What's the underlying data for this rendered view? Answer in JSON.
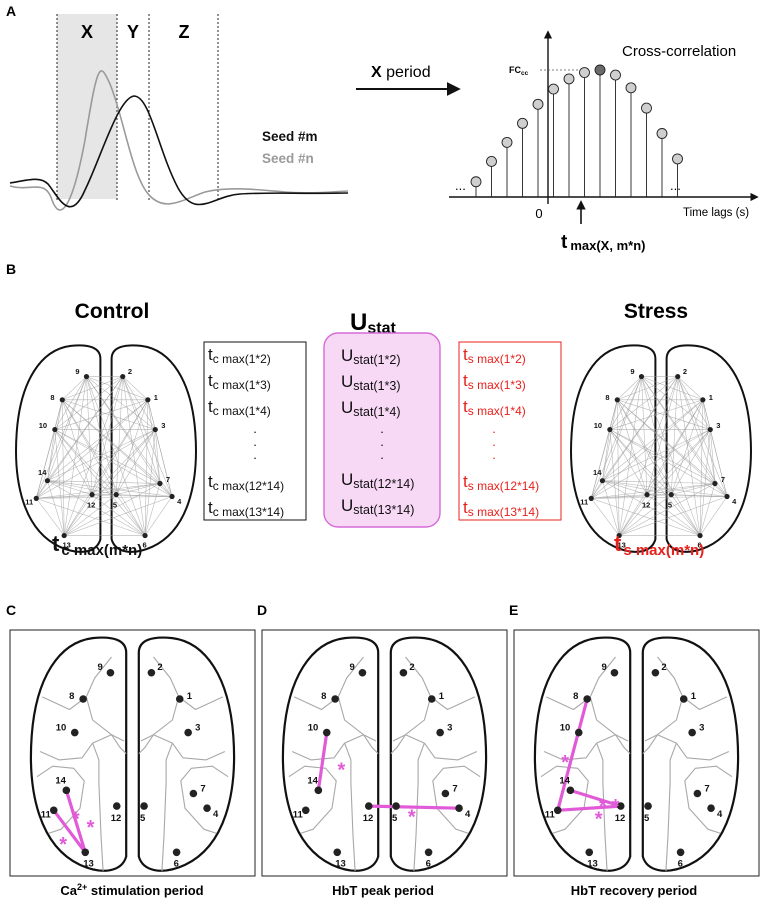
{
  "colors": {
    "black": "#111111",
    "gray_trace": "#9a9a9a",
    "shade": "#e6e6e6",
    "red": "#e8201c",
    "magenta": "#e15bd8",
    "ustat_fill": "#f7d9f6",
    "ustat_stroke": "#d66bd8",
    "region_line": "#a8a8a8"
  },
  "panel_a": {
    "label": "A",
    "periods": [
      "X",
      "Y",
      "Z"
    ],
    "legend": [
      "Seed #m",
      "Seed #n"
    ],
    "arrow_label_bold": "X",
    "arrow_label": "period",
    "xcorr_title": "Cross-correlation",
    "fc_label": "FC",
    "fc_sub": "cc",
    "ellipsis": "...",
    "zero": "0",
    "xaxis_label": "Time lags (s)",
    "tmax_main": "t",
    "tmax_sub": "max(X, m*n)",
    "stem_values": [
      0.12,
      0.28,
      0.43,
      0.58,
      0.73,
      0.85,
      0.93,
      0.98,
      1.0,
      0.96,
      0.86,
      0.7,
      0.5,
      0.3
    ]
  },
  "panel_b": {
    "label": "B",
    "control_title": "Control",
    "stress_title": "Stress",
    "ustat_main": "U",
    "ustat_sub": "stat",
    "control_bottom_main": "t",
    "control_bottom_sub": "c max(m*n)",
    "stress_bottom_main": "t",
    "stress_bottom_sub": "s max(m*n)",
    "vdots": ":",
    "control_list": [
      {
        "main": "t",
        "sub": "c max(1*2)"
      },
      {
        "main": "t",
        "sub": "c max(1*3)"
      },
      {
        "main": "t",
        "sub": "c max(1*4)"
      },
      {
        "main": "t",
        "sub": "c max(12*14)"
      },
      {
        "main": "t",
        "sub": "c max(13*14)"
      }
    ],
    "ustat_list": [
      {
        "main": "U",
        "sub": "stat(1*2)"
      },
      {
        "main": "U",
        "sub": "stat(1*3)"
      },
      {
        "main": "U",
        "sub": "stat(1*4)"
      },
      {
        "main": "U",
        "sub": "stat(12*14)"
      },
      {
        "main": "U",
        "sub": "stat(13*14)"
      }
    ],
    "stress_list": [
      {
        "main": "t",
        "sub": "s max(1*2)"
      },
      {
        "main": "t",
        "sub": "s max(1*3)"
      },
      {
        "main": "t",
        "sub": "s max(1*4)"
      },
      {
        "main": "t",
        "sub": "s max(12*14)"
      },
      {
        "main": "t",
        "sub": "s max(13*14)"
      }
    ]
  },
  "nodes": [
    "1",
    "2",
    "3",
    "4",
    "5",
    "6",
    "7",
    "8",
    "9",
    "10",
    "11",
    "12",
    "13",
    "14"
  ],
  "panels_cde": [
    {
      "label": "C",
      "caption_pre": "Ca",
      "caption_sup": "2+",
      "caption_post": " stimulation period",
      "sig_edges": [
        [
          "11",
          "13"
        ],
        [
          "14",
          "13"
        ]
      ]
    },
    {
      "label": "D",
      "caption_pre": "HbT peak period",
      "caption_sup": "",
      "caption_post": "",
      "sig_edges": [
        [
          "14",
          "10"
        ],
        [
          "12",
          "4"
        ]
      ]
    },
    {
      "label": "E",
      "caption_pre": "HbT recovery period",
      "caption_sup": "",
      "caption_post": "",
      "sig_edges": [
        [
          "11",
          "8"
        ],
        [
          "11",
          "12"
        ],
        [
          "14",
          "12"
        ]
      ]
    }
  ],
  "significance_mark": "*"
}
